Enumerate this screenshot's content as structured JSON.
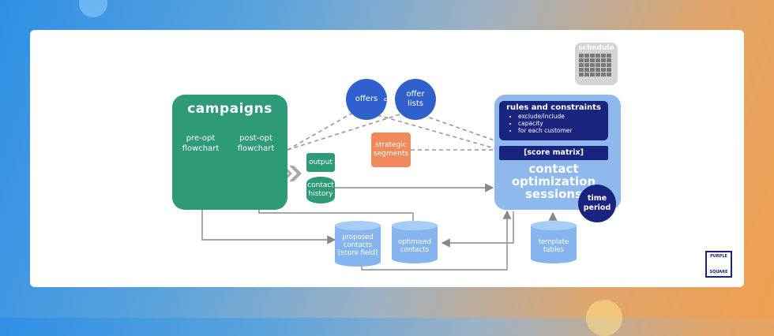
{
  "schedule": {
    "label": "schedule"
  },
  "campaigns": {
    "title": "campaigns",
    "pre_opt": "pre-opt\nflowchart",
    "post_opt": "post-opt\nflowchart"
  },
  "offers": {
    "offers": "offers",
    "offer_lists": "offer\nlists"
  },
  "strategic_segments": "strategic\nsegments",
  "output": "output",
  "contact_history": "contact\nhistory",
  "rules": {
    "title": "rules and constraints",
    "items": [
      "exclude/include",
      "capacity",
      "for each customer"
    ]
  },
  "score_matrix": "[score matrix]",
  "sessions_title": "contact\noptimization\nsessions",
  "time_period": "time\nperiod",
  "proposed_contacts": "proposed\ncontacts\n[score field]",
  "optimised_contacts": "optimised\ncontacts",
  "template_tables": "template\ntables",
  "logo": {
    "top": "PURPLE",
    "bottom": "SQUARE"
  },
  "colors": {
    "green": "#2e9a78",
    "blue": "#3060cc",
    "light_blue": "#8fb8ec",
    "navy": "#1a237e",
    "orange": "#f08a5d"
  }
}
